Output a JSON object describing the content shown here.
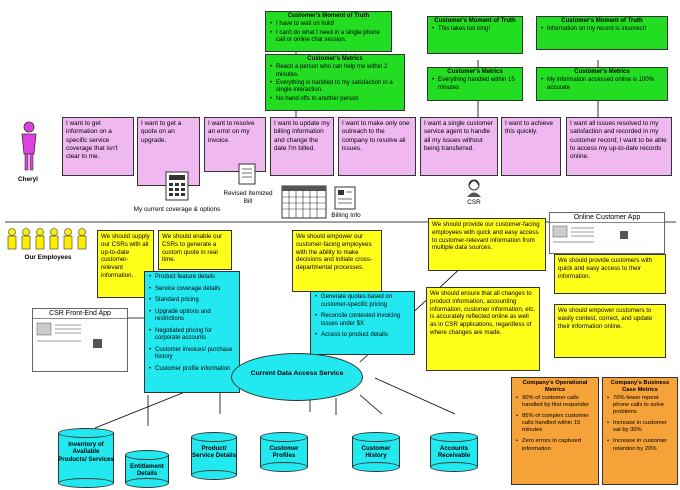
{
  "actor": {
    "name": "Cheryl"
  },
  "employees": {
    "label": "Our Employees"
  },
  "journey": [
    "I want to get information on a specific service coverage that isn't clear to me.",
    "I want to get a quote on an upgrade.",
    "I want to resolve an error on my invoice.",
    "I want to update my billing information and change the date I'm billed.",
    "I want to make only one outreach to the company to resolve all issues.",
    "I want a single customer service agent to handle all my issues without being transferred.",
    "I want to achieve this quickly.",
    "I want all issues resolved to my satisfaction and recorded in my customer record; I want to be able to access my up-to-date records online."
  ],
  "moments_of_truth": [
    {
      "title": "Customer's Moment of Truth",
      "items": [
        "I have to wait on hold!",
        "I can't do what I need in a single phone call or online chat session."
      ]
    },
    {
      "title": "Customer's Moment of Truth",
      "items": [
        "This takes too long!"
      ]
    },
    {
      "title": "Customer's Moment of Truth",
      "items": [
        "Information on my record is incorrect!"
      ]
    }
  ],
  "metrics": [
    {
      "title": "Customer's Metrics",
      "items": [
        "Reach a person who can help me within 2 minutes.",
        "Everything is handled to my satisfaction in a single interaction.",
        "No hand offs to another person"
      ]
    },
    {
      "title": "Customer's Metrics",
      "items": [
        "Everything handled within 15 minutes"
      ]
    },
    {
      "title": "Customer's Metrics",
      "items": [
        "My information accessed online is 100% accurate"
      ]
    }
  ],
  "doc_labels": {
    "coverage": "My current coverage & options",
    "bill": "Revised Itemized Bill",
    "billing": "Billing Info",
    "csr": "CSR"
  },
  "apps": {
    "online": "Online Customer App",
    "csr": "CSR Front-End App"
  },
  "should": [
    "We should supply our CSRs with all up-to-date customer-relevant information.",
    "We should enable our CSRs to generate a custom quote in real time.",
    "We should empower our customer-facing employees with the ability to make decisions and initiate cross-departmental processes.",
    "We should provide our customer-facing employees with quick and easy access to customer-relevant information from multiple data sources.",
    "We should ensure that all changes to product information, accounting information, customer information, etc. is accurately reflected online as well as in CSR applications, regardless of where changes are made.",
    "We should provide customers with quick and easy access to their information.",
    "We should empower customers to easily contest, correct, and update their information online."
  ],
  "features_left": [
    "Product feature details",
    "Service coverage details",
    "Standard pricing",
    "Upgrade options and restrictions",
    "Negotiated pricing for corporate accounts",
    "Customer invoices/ purchase history",
    "Customer profile information"
  ],
  "features_mid": [
    "Generate quotes based on customer-specific pricing",
    "Reconcile contested invoicing issues under $X",
    "Access to product details"
  ],
  "service": "Current Data Access Service",
  "databases": [
    "Inventory of Available Products/ Services",
    "Entitlement Details",
    "Product/ Service Details",
    "Customer Profiles",
    "Customer History",
    "Accounts Receivable"
  ],
  "operational": {
    "title": "Company's Operational Metrics",
    "items": [
      "90% of customer calls handled by first responder",
      "85% of complex customer calls handled within 15 minutes",
      "Zero errors in captured information"
    ]
  },
  "business": {
    "title": "Company's Business Case Metrics",
    "items": [
      "70% fewer repeat phone calls to solve problems",
      "Increase in customer sat by 30%",
      "Increase in customer retention by 20%"
    ]
  },
  "colors": {
    "pink": "#f0b8f0",
    "green": "#22dd22",
    "yellow": "#ffff1a",
    "cyan": "#22e8f0",
    "orange": "#f5a238"
  }
}
